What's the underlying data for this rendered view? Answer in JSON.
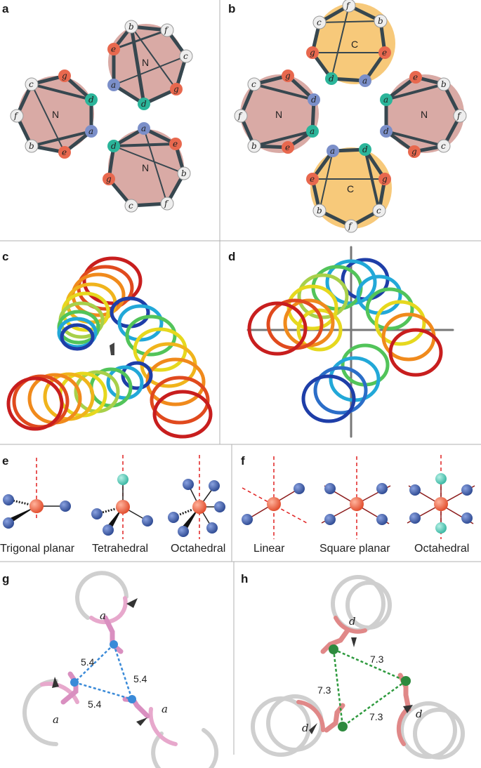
{
  "panels": {
    "a": "a",
    "b": "b",
    "c": "c",
    "d": "d",
    "e": "e",
    "f": "f",
    "g": "g",
    "h": "h"
  },
  "wheel_labels": {
    "N": "N",
    "C": "C"
  },
  "residues": {
    "a": "a",
    "b": "b",
    "c": "c",
    "d": "d",
    "e": "e",
    "f": "f",
    "g": "g"
  },
  "panel_e": {
    "g1": "Trigonal planar",
    "g2": "Tetrahedral",
    "g3": "Octahedral"
  },
  "panel_f": {
    "g1": "Linear",
    "g2": "Square planar",
    "g3": "Octahedral"
  },
  "panel_g": {
    "d1": "5.4",
    "d2": "5.4",
    "d3": "5.4",
    "res": "a"
  },
  "panel_h": {
    "d1": "7.3",
    "d2": "7.3",
    "d3": "7.3",
    "res": "d"
  },
  "colors": {
    "a": "#7b8fc9",
    "d": "#2bb59a",
    "e": "#e8684e",
    "g": "#e8684e",
    "bcf": "#eeeeee",
    "N_disk": "#d9aaa5",
    "C_disk": "#f7c97a",
    "bond": "#37474f",
    "metal": "#f05a3c",
    "ligand": "#3f5fa8",
    "ligand_axial": "#4fc7b4",
    "axis": "#e02020"
  }
}
